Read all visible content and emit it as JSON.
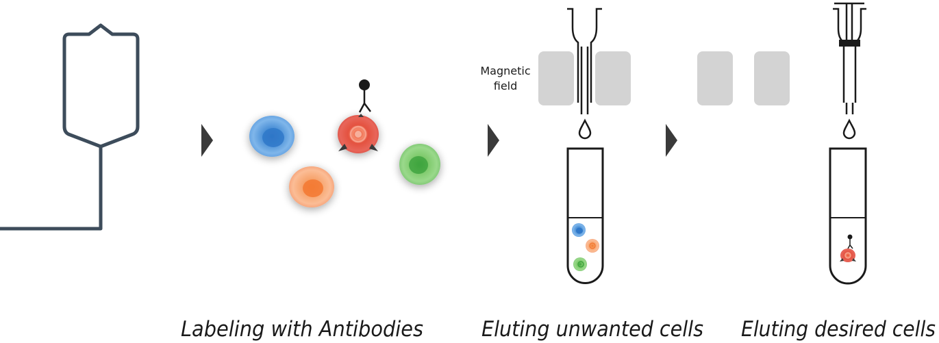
{
  "labels": {
    "magnetic_field_line1": "Magnetic",
    "magnetic_field_line2": "field"
  },
  "captions": {
    "step2": "Labeling with Antibodies",
    "step3": "Eluting unwanted cells",
    "step4": "Eluting desired cells"
  },
  "colors": {
    "bag_outline": "#3d4c5b",
    "arrow": "#3a3a3a",
    "magnet": "#d3d3d3",
    "tube_outline": "#1a1a1a",
    "cell_blue": "#4a8fd6",
    "cell_orange": "#f38a56",
    "cell_red": "#e8503f",
    "cell_green": "#6cc46a"
  }
}
